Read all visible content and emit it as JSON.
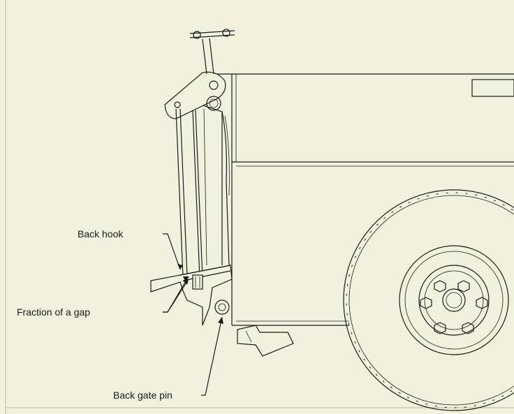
{
  "labels": {
    "back_hook": "Back hook",
    "fraction_gap": "Fraction of a gap",
    "back_gate_pin": "Back gate pin"
  },
  "colors": {
    "background": "#f3f1de",
    "line": "#1a1a1a",
    "frame": "#b8b6a6"
  }
}
